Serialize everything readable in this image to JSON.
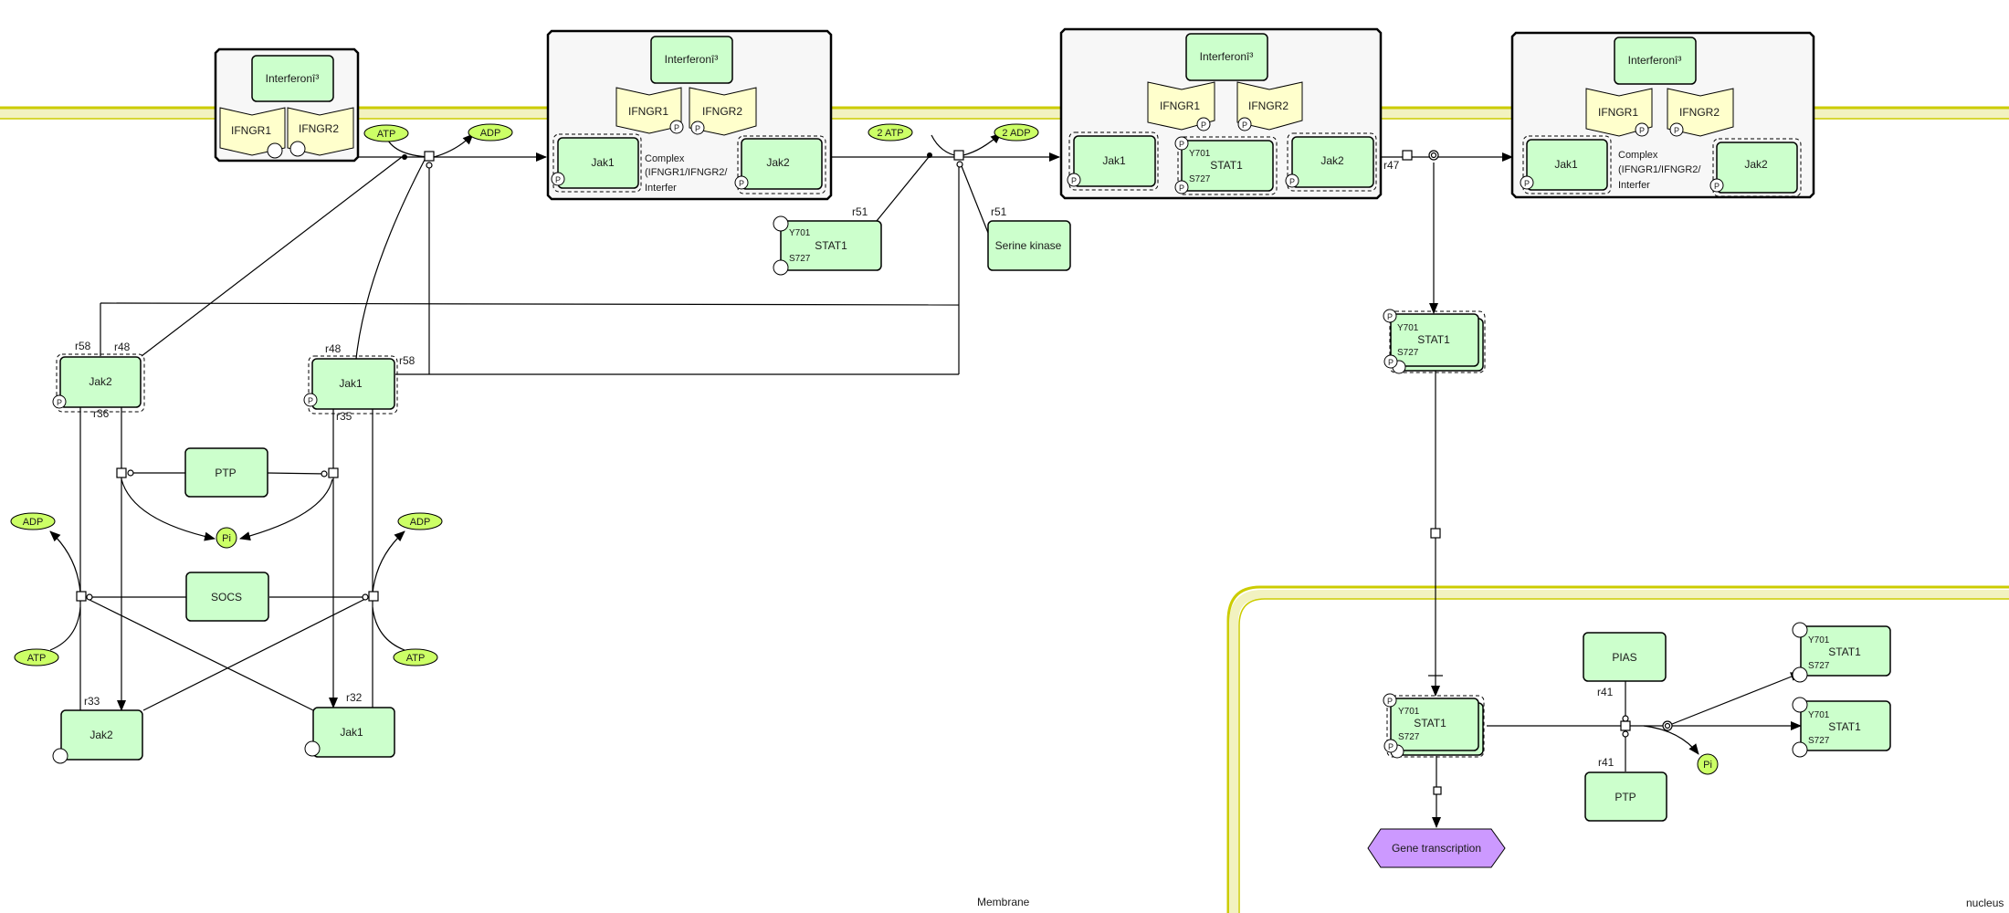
{
  "compartments": {
    "membrane_label": "Membrane",
    "nucleus_label": "nucleus"
  },
  "colors": {
    "protein": "#ccffcc",
    "receptor": "#ffffcc",
    "complex": "#f7f7f7",
    "small_molecule": "#ccff66",
    "phenotype": "#cc99ff",
    "membrane": "#cccc00"
  },
  "complexes": [
    {
      "interferon": "Interferonî³",
      "r1": "IFNGR1",
      "r2": "IFNGR2"
    },
    {
      "interferon": "Interferonî³",
      "r1": "IFNGR1",
      "r2": "IFNGR2",
      "jak1": "Jak1",
      "jak2": "Jak2",
      "label1": "Complex",
      "label2": "(IFNGR1/IFNGR2/",
      "label3": "Interfer"
    },
    {
      "interferon": "Interferonî³",
      "r1": "IFNGR1",
      "r2": "IFNGR2",
      "jak1": "Jak1",
      "stat": "STAT1",
      "jak2": "Jak2",
      "y701": "Y701",
      "s727": "S727"
    },
    {
      "interferon": "Interferonî³",
      "r1": "IFNGR1",
      "r2": "IFNGR2",
      "jak1": "Jak1",
      "jak2": "Jak2",
      "label1": "Complex",
      "label2": "(IFNGR1/IFNGR2/",
      "label3": "Interfer"
    }
  ],
  "molecules": {
    "atp": "ATP",
    "adp": "ADP",
    "atp2": "2 ATP",
    "adp2": "2 ADP",
    "pi": "Pi"
  },
  "proteins": {
    "stat1": "STAT1",
    "serine_kinase": "Serine kinase",
    "jak1": "Jak1",
    "jak2": "Jak2",
    "ptp": "PTP",
    "socs": "SOCS",
    "pias": "PIAS",
    "y701": "Y701",
    "s727": "S727",
    "p": "P"
  },
  "phenotype": {
    "gene_transcription": "Gene transcription"
  },
  "reactions": {
    "r51": "r51",
    "r48": "r48",
    "r36": "r36",
    "r35": "r35",
    "r33": "r33",
    "r32": "r32",
    "r47": "r47",
    "r41": "r41",
    "r58": "r58"
  }
}
